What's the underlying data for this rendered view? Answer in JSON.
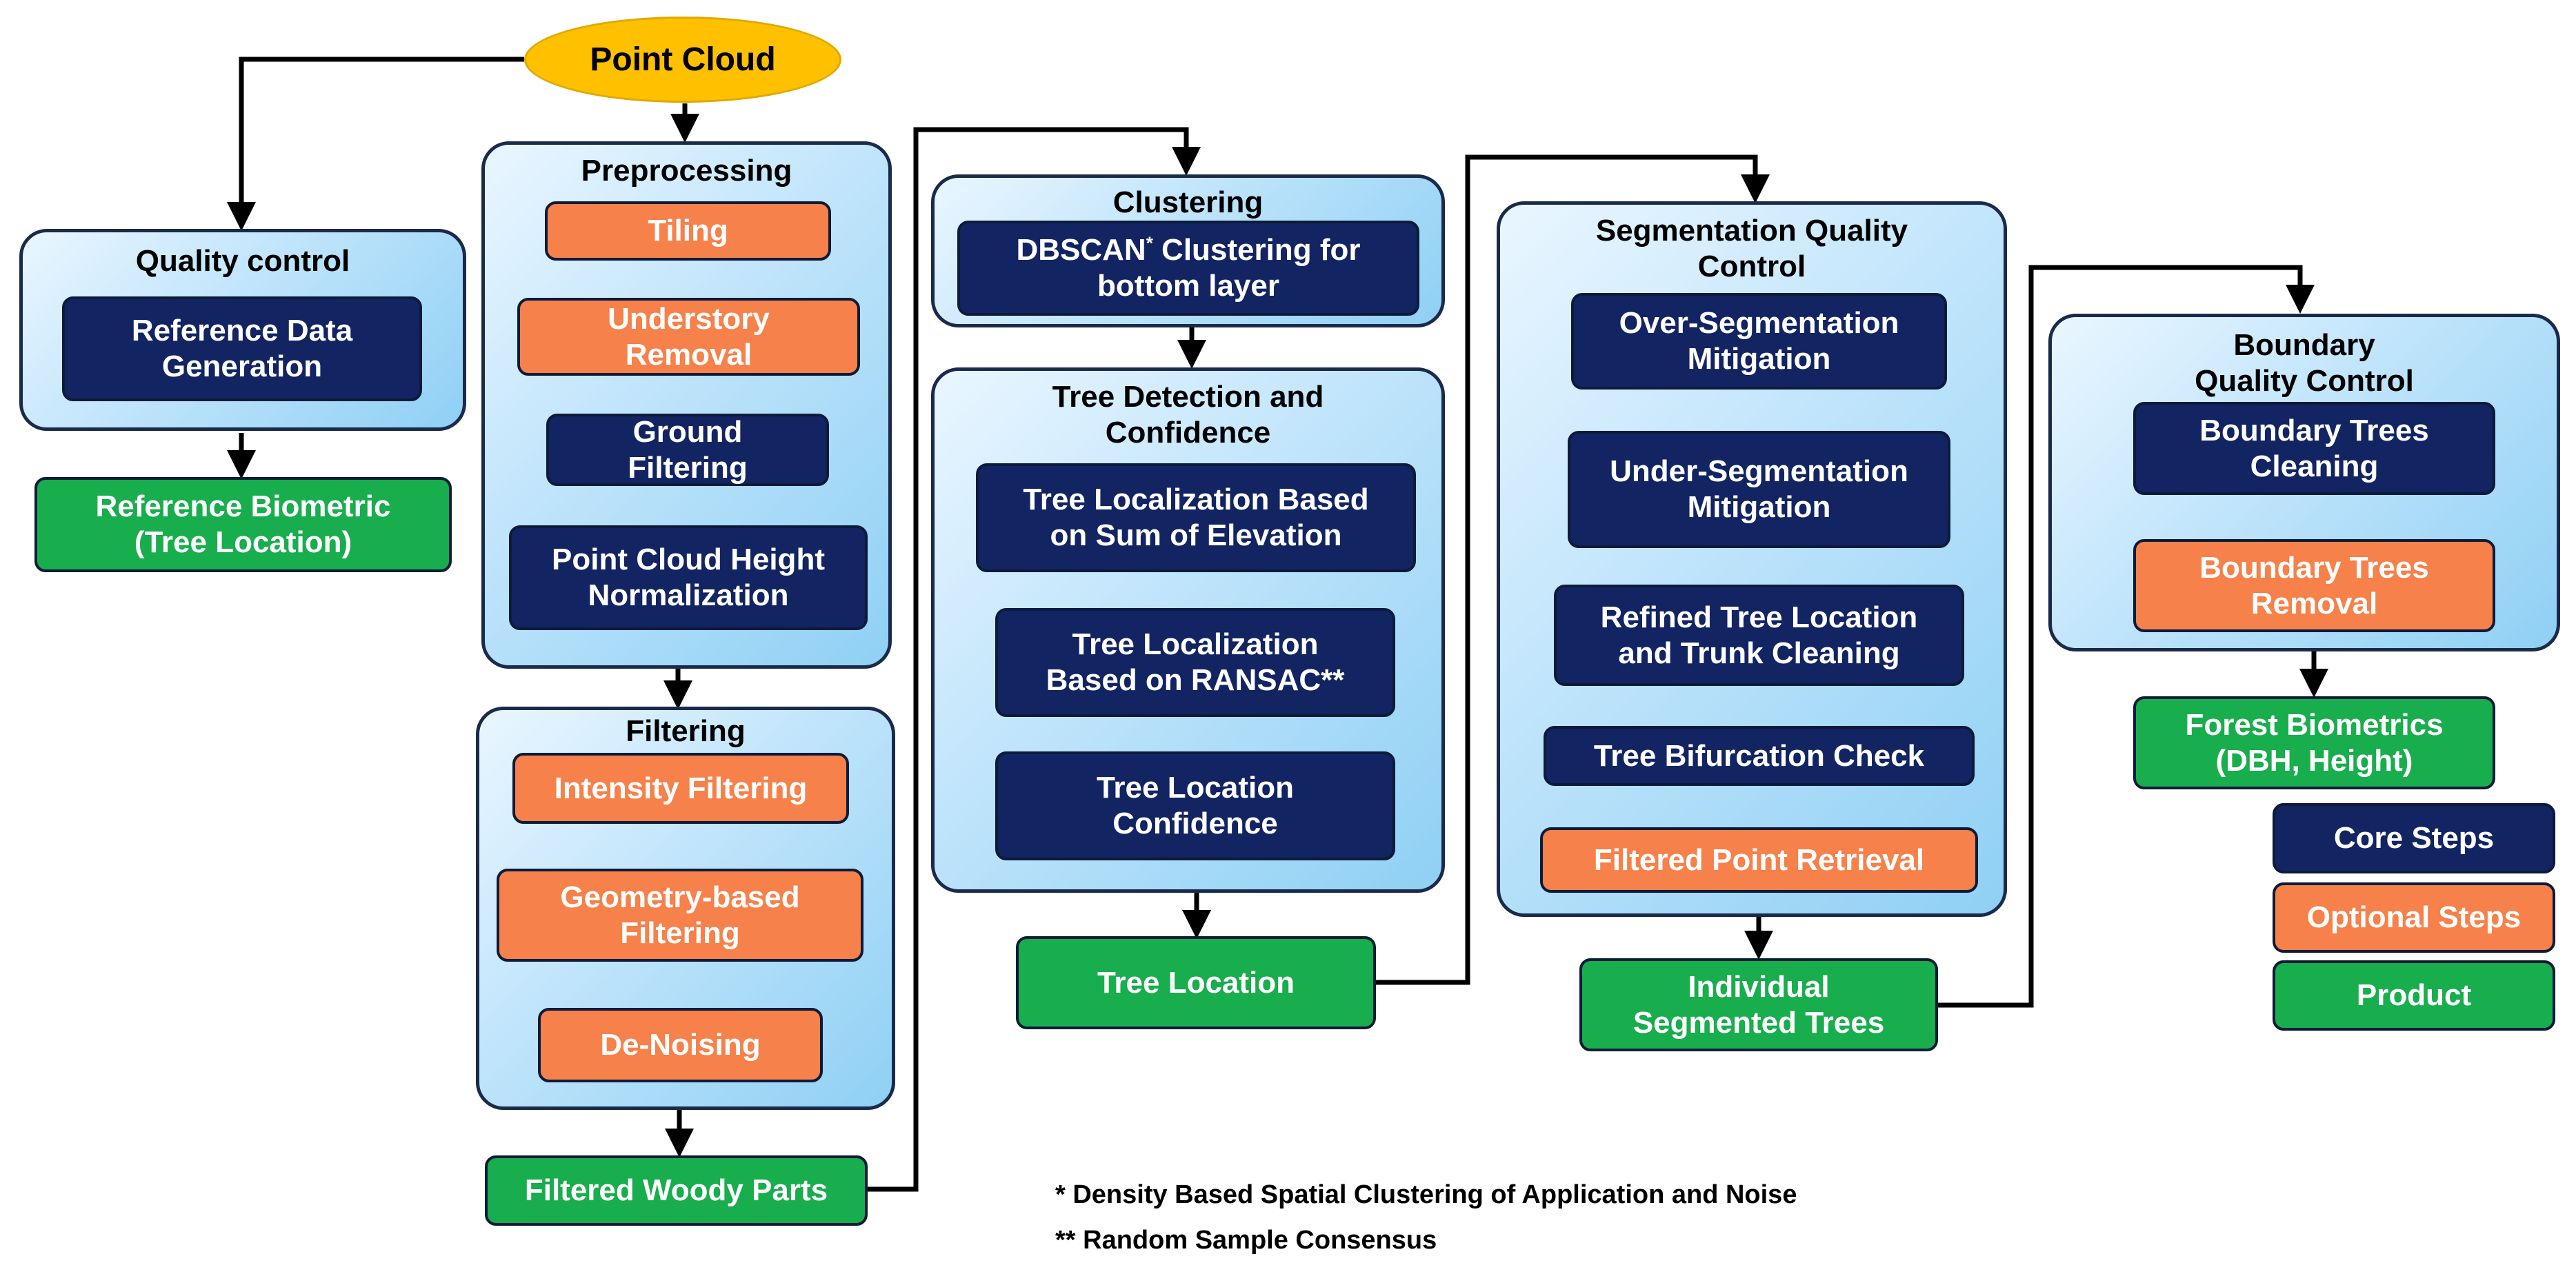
{
  "start": "Point Cloud",
  "groups": {
    "quality_control": "Quality control",
    "preprocessing": "Preprocessing",
    "filtering": "Filtering",
    "clustering": "Clustering",
    "tree_detection": "Tree Detection and\nConfidence",
    "segmentation_qc": "Segmentation Quality\nControl",
    "boundary_qc": "Boundary\nQuality Control"
  },
  "steps": {
    "reference_data_generation": "Reference Data\nGeneration",
    "reference_biometric": "Reference Biometric\n(Tree Location)",
    "tiling": "Tiling",
    "understory_removal": "Understory\nRemoval",
    "ground_filtering": "Ground\nFiltering",
    "height_normalization": "Point Cloud Height\nNormalization",
    "intensity_filtering": "Intensity Filtering",
    "geometry_filtering": "Geometry-based\nFiltering",
    "de_noising": "De-Noising",
    "filtered_woody_parts": "Filtered Woody Parts",
    "dbscan_pre": "DBSCAN",
    "dbscan_sup": "*",
    "dbscan_post": " Clustering for\nbottom layer",
    "localization_elevation": "Tree Localization Based\non Sum of Elevation",
    "localization_ransac": "Tree Localization\nBased on RANSAC**",
    "location_confidence": "Tree Location\nConfidence",
    "tree_location": "Tree Location",
    "over_segmentation": "Over-Segmentation\nMitigation",
    "under_segmentation": "Under-Segmentation\nMitigation",
    "refined_location": "Refined Tree Location\nand Trunk Cleaning",
    "bifurcation_check": "Tree Bifurcation Check",
    "filtered_point_retrieval": "Filtered Point Retrieval",
    "individual_trees": "Individual\nSegmented Trees",
    "boundary_cleaning": "Boundary Trees\nCleaning",
    "boundary_removal": "Boundary Trees\nRemoval",
    "forest_biometrics": "Forest Biometrics\n(DBH, Height)"
  },
  "legend": {
    "core": "Core Steps",
    "optional": "Optional Steps",
    "product": "Product"
  },
  "footnotes": {
    "dbscan": "* Density Based Spatial Clustering of Application and Noise",
    "ransac": "** Random Sample Consensus"
  },
  "colors": {
    "core": "#132463",
    "optional": "#f6814a",
    "product": "#18ad4d",
    "start": "#ffc000"
  }
}
